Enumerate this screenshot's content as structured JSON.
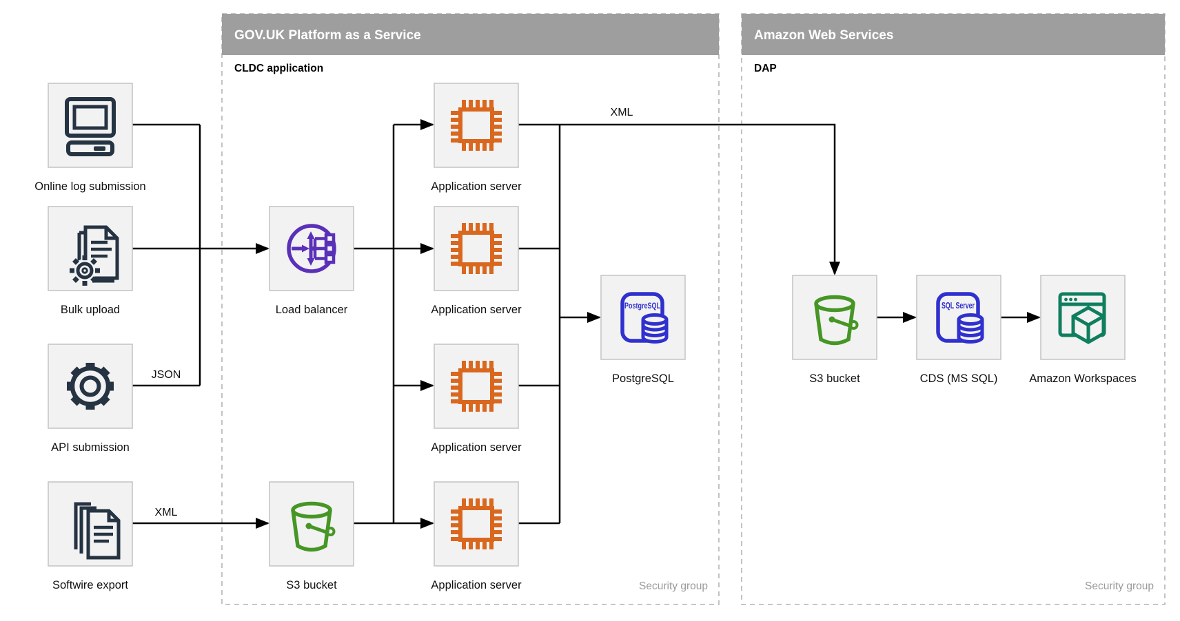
{
  "containers": {
    "paas": {
      "title": "GOV.UK Platform as a Service",
      "sublabel": "CLDC application",
      "footer": "Security group"
    },
    "aws": {
      "title": "Amazon Web Services",
      "sublabel": "DAP",
      "footer": "Security group"
    }
  },
  "nodes": {
    "online_log": {
      "label": "Online log submission"
    },
    "bulk_upload": {
      "label": "Bulk upload"
    },
    "api_submission": {
      "label": "API submission"
    },
    "softwire_export": {
      "label": "Softwire export"
    },
    "load_balancer": {
      "label": "Load balancer"
    },
    "s3_govuk": {
      "label": "S3 bucket"
    },
    "app_server_1": {
      "label": "Application server"
    },
    "app_server_2": {
      "label": "Application server"
    },
    "app_server_3": {
      "label": "Application server"
    },
    "app_server_4": {
      "label": "Application server"
    },
    "postgresql": {
      "label": "PostgreSQL",
      "icon_text": "PostgreSQL"
    },
    "s3_aws": {
      "label": "S3 bucket"
    },
    "cds": {
      "label": "CDS (MS SQL)",
      "icon_text": "SQL Server"
    },
    "workspaces": {
      "label": "Amazon Workspaces"
    }
  },
  "edge_labels": {
    "api_json": "JSON",
    "softwire_xml": "XML",
    "app_to_s3_xml": "XML"
  },
  "colors": {
    "banner_gray": "#9e9e9e",
    "box_fill": "#f2f2f2",
    "box_border": "#c6c6c6",
    "dashed_border": "#b3b3b3",
    "edge_black": "#000000",
    "icon_slate": "#253342",
    "icon_purple": "#5a30b8",
    "icon_orange": "#d9671e",
    "icon_green": "#469626",
    "icon_blue": "#3030cf",
    "icon_teal": "#0f7e5e",
    "footer_gray": "#9a9a9a"
  }
}
